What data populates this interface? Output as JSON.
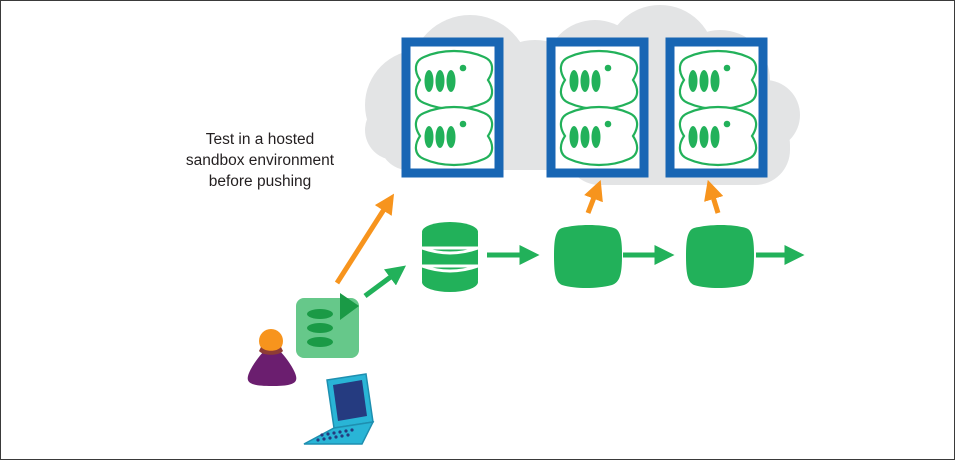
{
  "caption": {
    "lines": [
      "Test in a hosted",
      "sandbox environment",
      "before pushing"
    ]
  },
  "colors": {
    "green": "#22b15a",
    "light_green": "#66c88a",
    "dark_green": "#1a9a46",
    "orange": "#f7941d",
    "blue": "#1866b4",
    "cloud": "#e3e4e5",
    "purple": "#6b1e6f",
    "teal": "#29b5d6",
    "navy": "#253b80"
  },
  "icons": {
    "cloud": "cloud-icon",
    "server_panel": "server-rack-icon",
    "database": "database-icon",
    "pipeline_node": "pipeline-node-icon",
    "user": "user-icon",
    "laptop": "laptop-icon",
    "code_file": "code-file-icon"
  }
}
